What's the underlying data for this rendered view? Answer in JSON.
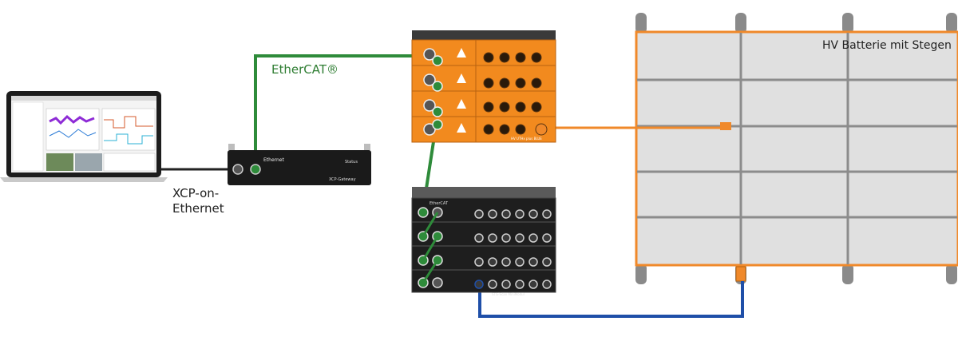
{
  "labels": {
    "ethercat": "EtherCAT®",
    "xcp_line1": "XCP-on-",
    "xcp_line2": "Ethernet",
    "battery": "HV Batterie mit Stegen"
  },
  "devices": {
    "gateway_title": "Ethernet",
    "gateway_brand": "XCP-Gateway",
    "gateway_status": "Status",
    "hv_module_label": "HV UTHx plus BLUE",
    "mini_module_label": "STG-Scan MiniModul",
    "mini_ethercat_label": "EtherCAT"
  },
  "colors": {
    "ethercat_cable": "#2e8b3a",
    "hv_cable": "#f0892a",
    "blue_cable": "#1f4fa8",
    "black_cable": "#222222",
    "orange_module": "#f28a1e",
    "battery_cell": "#dcdcdc",
    "battery_frame": "#f0892a",
    "battery_grid": "#8c8c8c"
  }
}
